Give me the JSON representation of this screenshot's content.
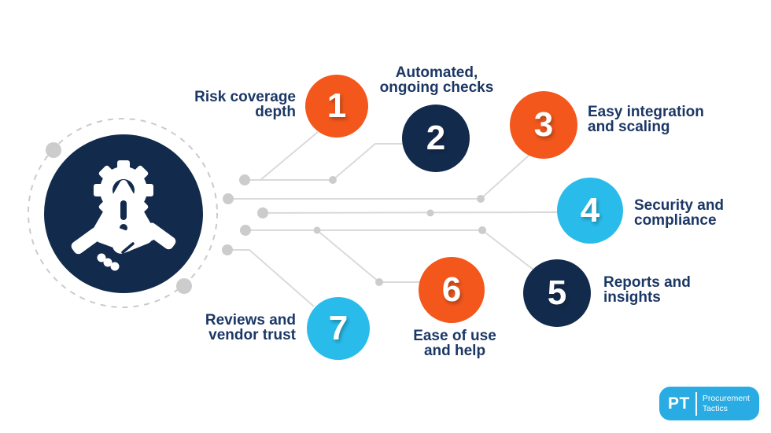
{
  "diagram": {
    "description_icon": "risk-handshake-icon",
    "items": [
      {
        "number": "1",
        "lines": [
          "Risk coverage",
          "depth"
        ],
        "color": "#F3571C"
      },
      {
        "number": "2",
        "lines": [
          "Automated,",
          "ongoing checks"
        ],
        "color": "#122A4C"
      },
      {
        "number": "3",
        "lines": [
          "Easy integration",
          "and scaling"
        ],
        "color": "#F3571C"
      },
      {
        "number": "4",
        "lines": [
          "Security and",
          "compliance"
        ],
        "color": "#29BCEA"
      },
      {
        "number": "5",
        "lines": [
          "Reports and",
          "insights"
        ],
        "color": "#122A4C"
      },
      {
        "number": "6",
        "lines": [
          "Ease of use",
          "and help"
        ],
        "color": "#F3571C"
      },
      {
        "number": "7",
        "lines": [
          "Reviews and",
          "vendor trust"
        ],
        "color": "#29BCEA"
      }
    ]
  },
  "palette": {
    "navy": "#122A4C",
    "orange": "#F3571C",
    "cyan": "#29BCEA",
    "text_navy": "#1B3765",
    "line_gray": "#DADADA",
    "dot_gray": "#CCCCCC"
  },
  "logo": {
    "initials": "PT",
    "name_line1": "Procurement",
    "name_line2": "Tactics",
    "background": "#29ACE3"
  }
}
